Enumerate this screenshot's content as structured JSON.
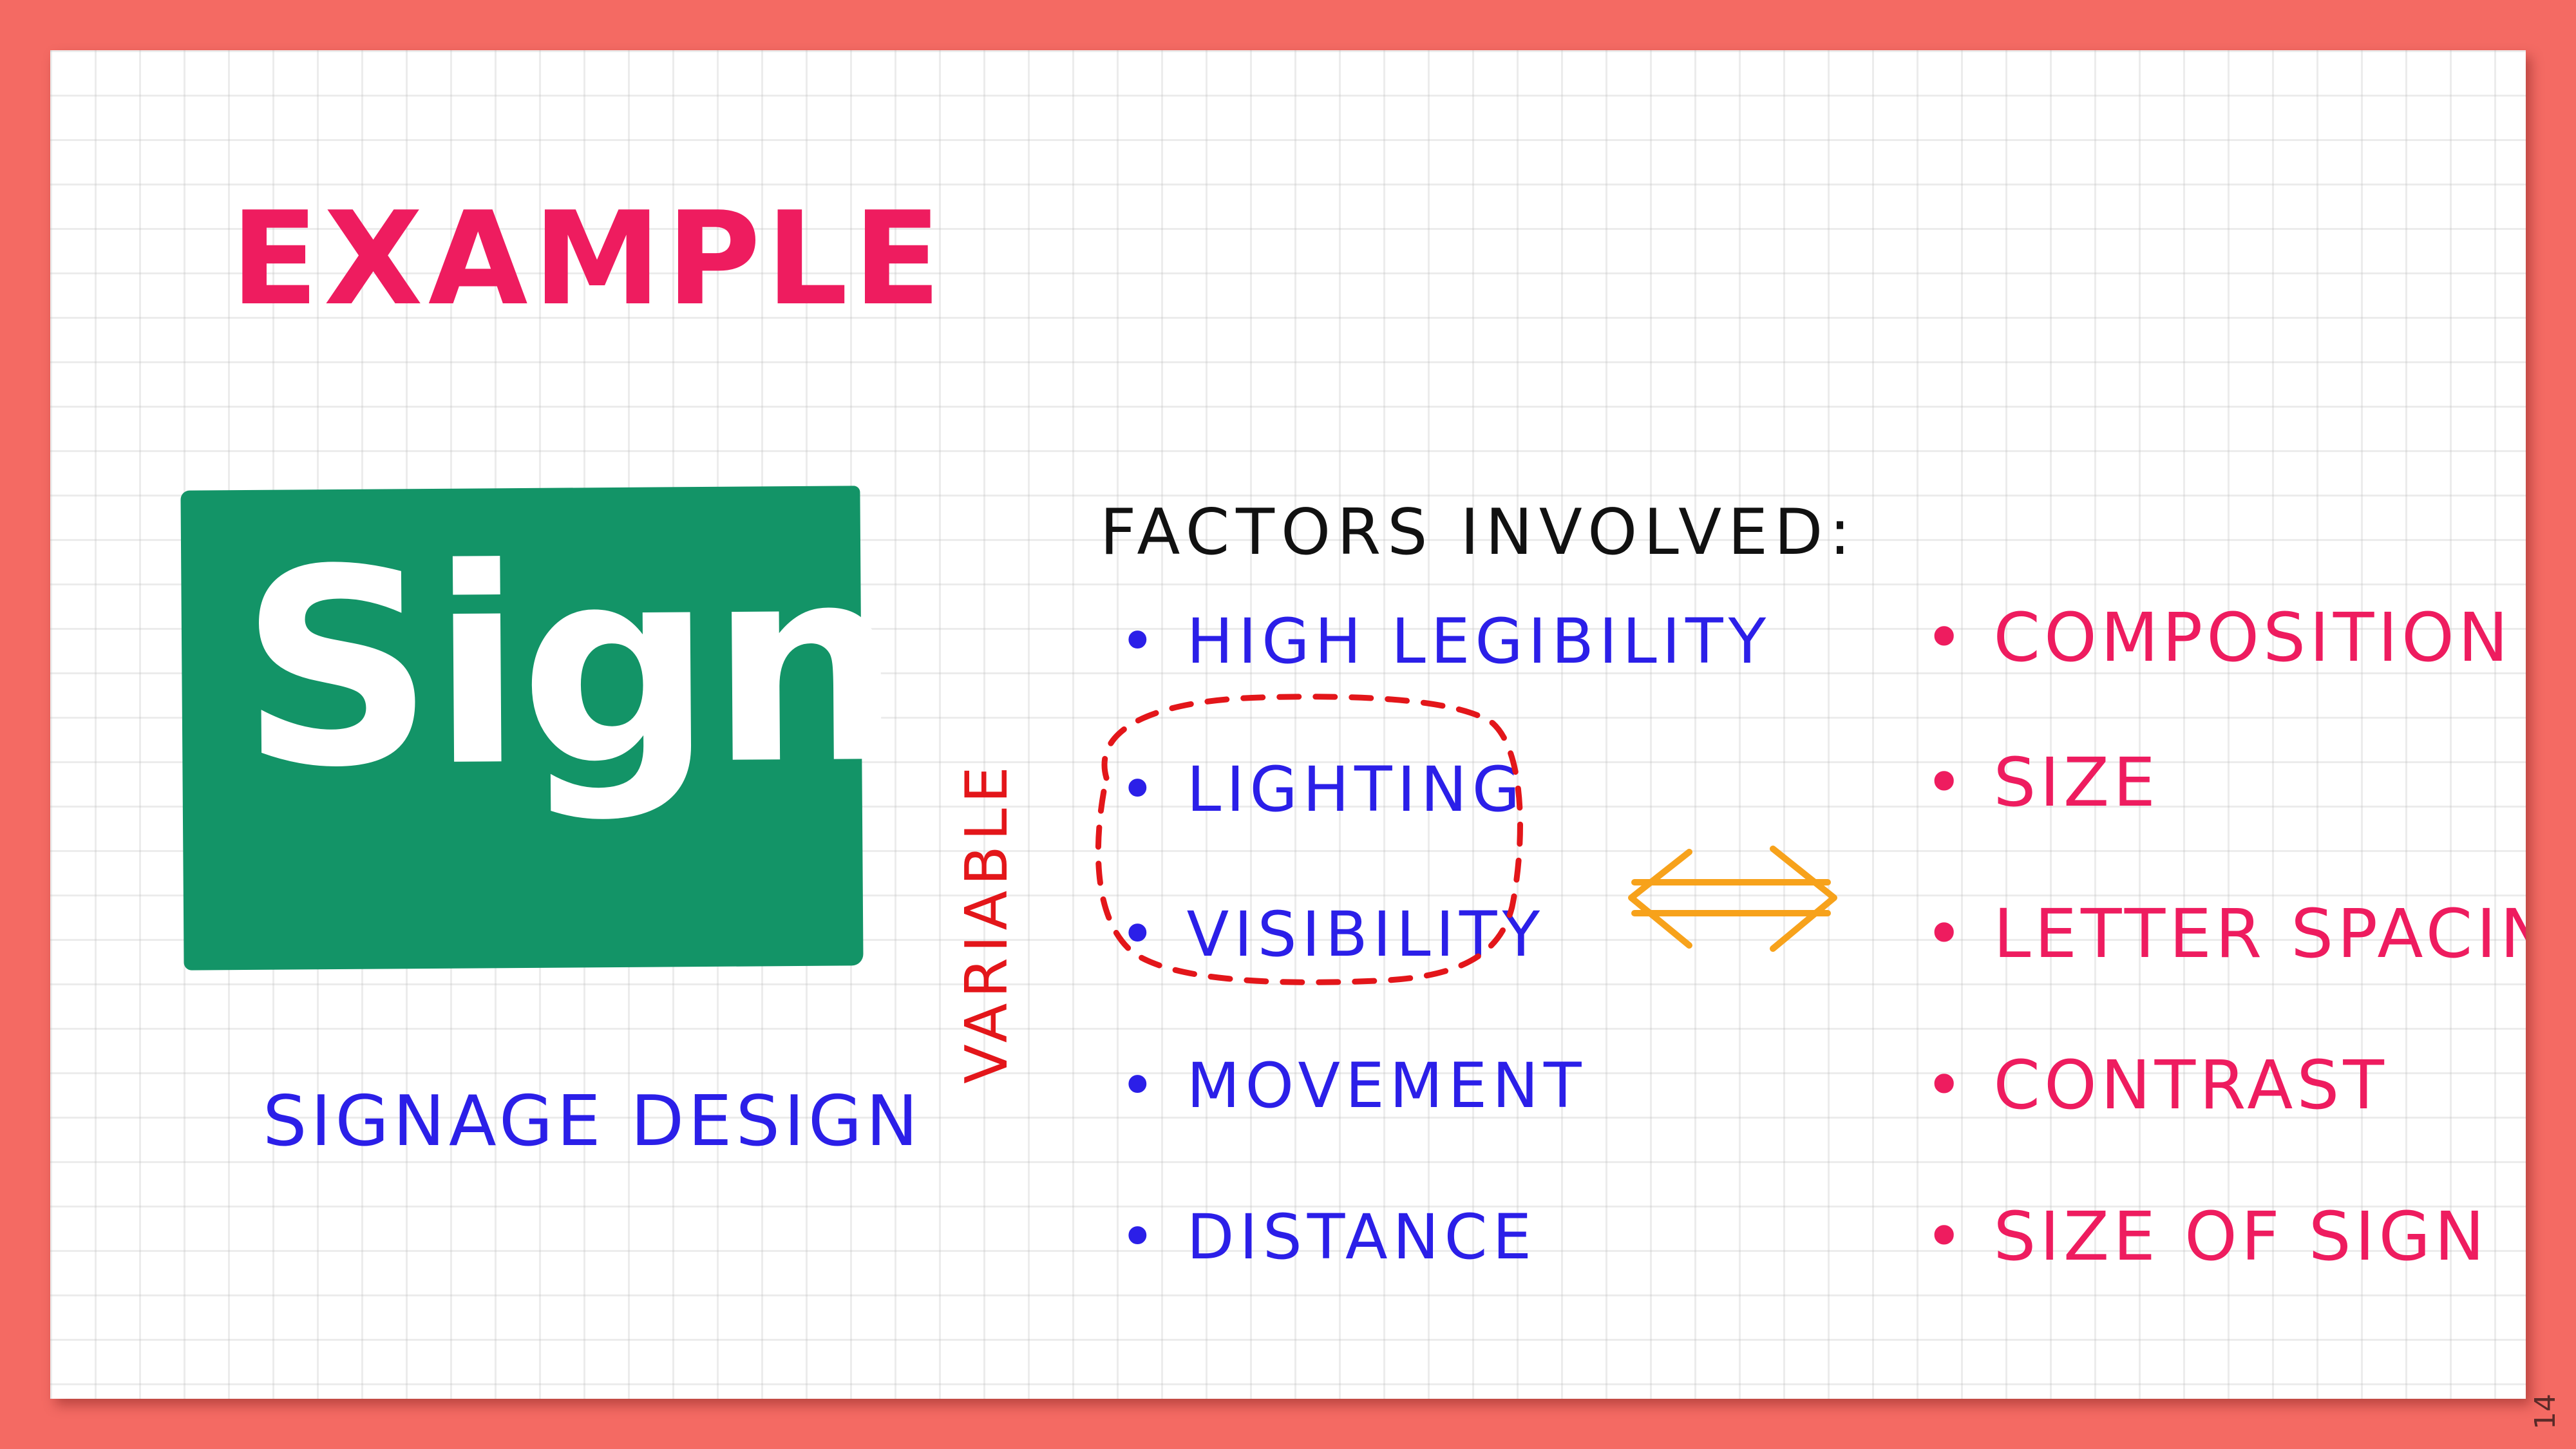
{
  "title": "EXAMPLE",
  "sign": {
    "text": "Sign",
    "caption": "SIGNAGE DESIGN",
    "board_color": "#139467"
  },
  "factors": {
    "heading": "FACTORS INVOLVED:",
    "items": [
      "HIGH LEGIBILITY",
      "LIGHTING",
      "VISIBILITY",
      "MOVEMENT",
      "DISTANCE"
    ],
    "variable_label": "VARIABLE"
  },
  "attributes": {
    "items": [
      "COMPOSITION",
      "SIZE",
      "LETTER SPACING",
      "CONTRAST",
      "SIZE OF SIGN"
    ]
  },
  "bullet": "•",
  "page_number": "14",
  "colors": {
    "title": "#ee1c5f",
    "factors": "#2b1fe8",
    "attributes": "#ee1c5f",
    "variable": "#e3161a",
    "arrow": "#f7a21b",
    "frame": "#f46a63"
  }
}
